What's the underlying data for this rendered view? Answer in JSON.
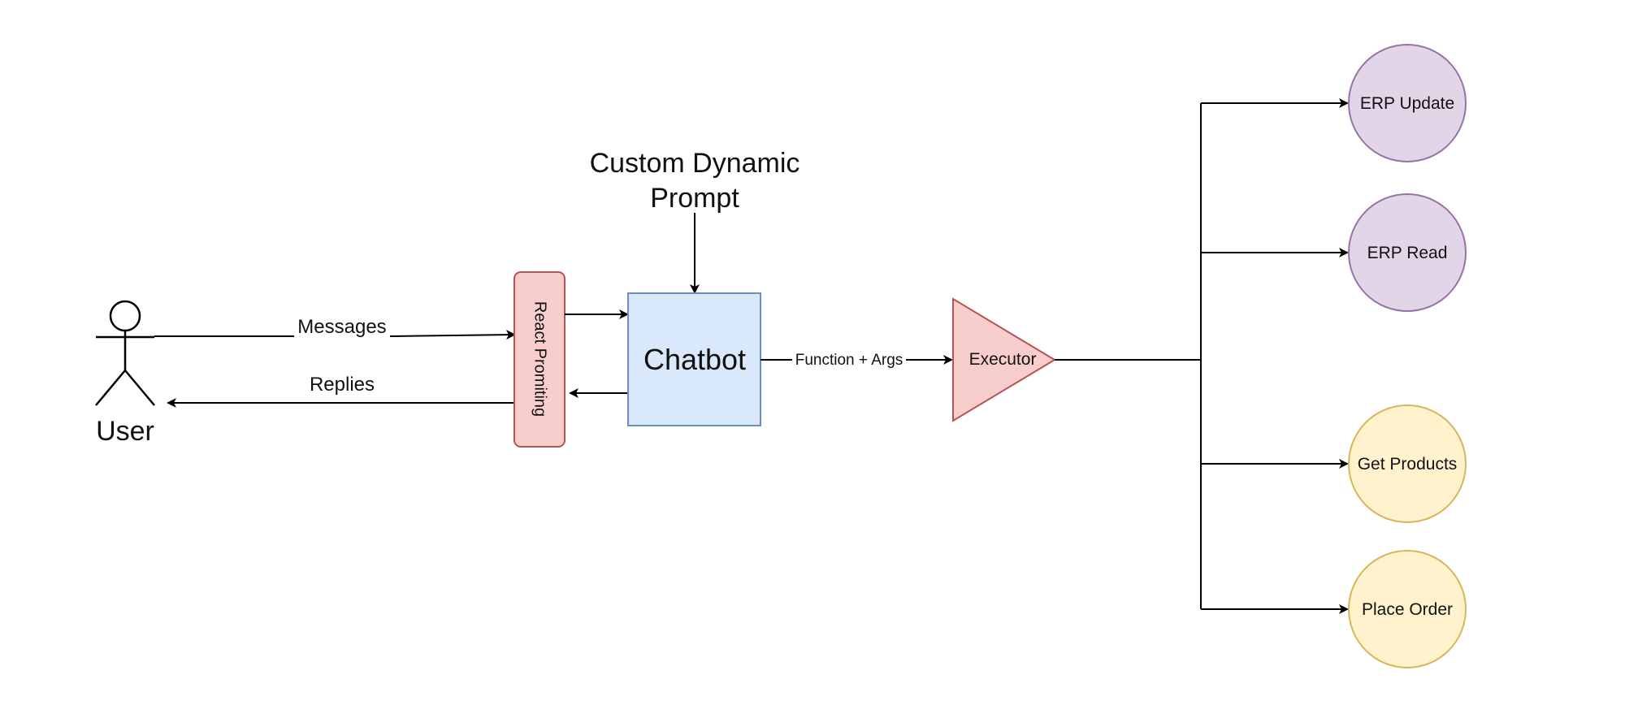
{
  "diagram": {
    "actor": {
      "label": "User"
    },
    "edges": {
      "messages": "Messages",
      "replies": "Replies",
      "function_args": "Function + Args"
    },
    "nodes": {
      "prompt": {
        "line1": "Custom Dynamic",
        "line2": "Prompt"
      },
      "react": {
        "label": "React Promiting"
      },
      "chatbot": {
        "label": "Chatbot"
      },
      "executor": {
        "label": "Executor"
      },
      "erp_update": {
        "label": "ERP Update"
      },
      "erp_read": {
        "label": "ERP Read"
      },
      "get_products": {
        "label": "Get Products"
      },
      "place_order": {
        "label": "Place Order"
      }
    },
    "colors": {
      "react_fill": "#f8cecc",
      "react_stroke": "#b85450",
      "chatbot_fill": "#dae8fc",
      "chatbot_stroke": "#6c8ebf",
      "executor_fill": "#f8cecc",
      "executor_stroke": "#b85450",
      "purple_fill": "#e1d5e7",
      "purple_stroke": "#9673a6",
      "yellow_fill": "#fff2cc",
      "yellow_stroke": "#d6b656",
      "line": "#000000"
    }
  }
}
